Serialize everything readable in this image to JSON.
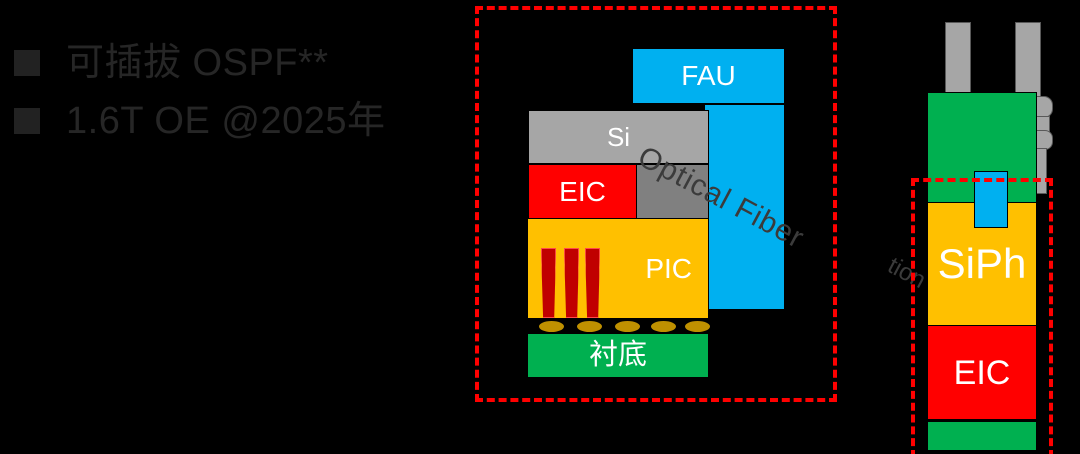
{
  "slide": {
    "background_color": "#000000",
    "bullets": [
      {
        "marker": "square-bullet",
        "text": "可插拔 OSPF**"
      },
      {
        "marker": "square-bullet",
        "text": "1.6T OE @2025年"
      }
    ],
    "text_color": "#262626",
    "bullet_color": "#222222"
  },
  "watermarks": {
    "center": "Optical Fiber",
    "right": "tion"
  },
  "center_diagram": {
    "name": "co-packaged-optics-cross-section",
    "highlight_box_color": "#ff0000",
    "blocks": {
      "fau": {
        "label": "FAU",
        "color": "#00b0f0"
      },
      "fiber": {
        "label": "",
        "color": "#00b0f0"
      },
      "si": {
        "label": "Si",
        "color": "#a6a6a6"
      },
      "si_dark": {
        "label": "",
        "color": "#808080"
      },
      "eic": {
        "label": "EIC",
        "color": "#ff0000"
      },
      "pic": {
        "label": "PIC",
        "color": "#ffc000"
      },
      "substrate": {
        "label": "衬底",
        "color": "#00b050"
      }
    },
    "vias": {
      "count": 3,
      "color": "#c00000"
    },
    "bumps": {
      "count": 5,
      "color": "#bf9000"
    }
  },
  "right_module": {
    "name": "pluggable-optical-module",
    "highlight_box_color": "#ff0000",
    "connectors": {
      "count": 2,
      "color": "#a6a6a6"
    },
    "blocks": {
      "green_top": {
        "label": "",
        "color": "#00b050"
      },
      "blue_tab": {
        "label": "",
        "color": "#00b0f0"
      },
      "siph": {
        "label": "SiPh",
        "color": "#ffc000"
      },
      "eic": {
        "label": "EIC",
        "color": "#ff0000"
      },
      "green_bot": {
        "label": "",
        "color": "#00b050"
      }
    }
  }
}
